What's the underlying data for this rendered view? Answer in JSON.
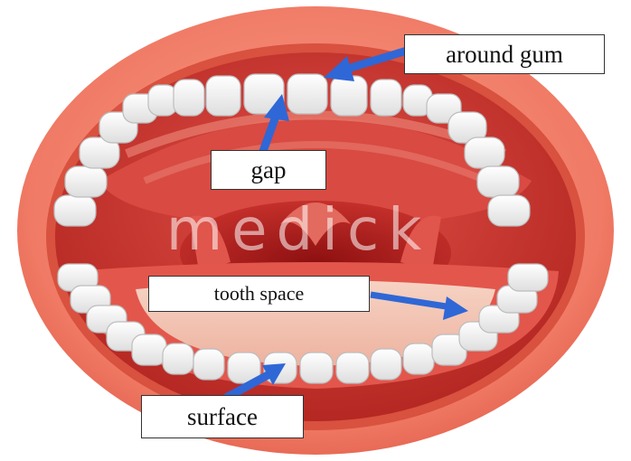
{
  "labels": {
    "around_gum": "around gum",
    "gap": "gap",
    "tooth_space": "tooth space",
    "surface": "surface"
  },
  "watermark": "medick",
  "colors": {
    "lip": "#f07a65",
    "lip_shadow": "#d9513f",
    "mouth_interior": "#c9302b",
    "gum": "#e7574d",
    "tongue": "#f3c6b5",
    "tooth": "#f6f6f4",
    "arrow": "#2f67d6"
  }
}
